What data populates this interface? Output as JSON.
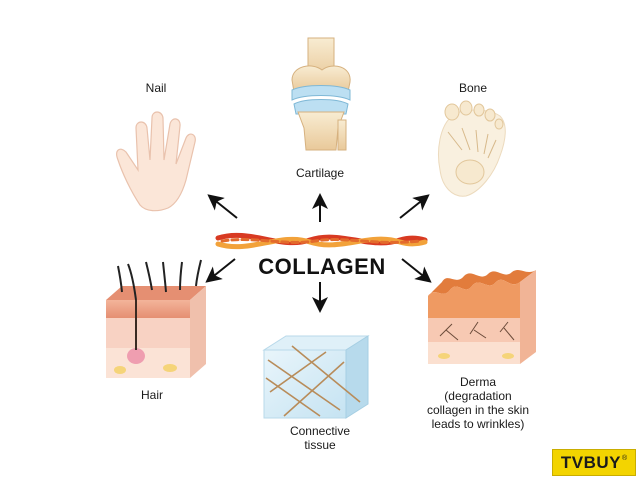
{
  "center": {
    "title": "COLLAGEN"
  },
  "labels": {
    "nail": "Nail",
    "cartilage": "Cartilage",
    "bone": "Bone",
    "hair": "Hair",
    "connective": [
      "Connective",
      "tissue"
    ],
    "derma": [
      "Derma",
      "(degradation",
      "collagen in the skin",
      "leads to wrinkles)"
    ]
  },
  "watermark": {
    "text": "TVBUY",
    "mark": "®"
  },
  "colors": {
    "fiber_red": "#d83a22",
    "fiber_orange": "#f2a23a",
    "skin_pink": "#f2b6a4",
    "cartilage_blue": "#bcdff2",
    "bone_cream": "#f4e2c2",
    "brand_yellow": "#f3d400"
  },
  "icons": [
    "hand-icon",
    "knee-joint-icon",
    "foot-bone-icon",
    "hair-skin-icon",
    "connective-tissue-icon",
    "skin-wrinkle-icon"
  ]
}
